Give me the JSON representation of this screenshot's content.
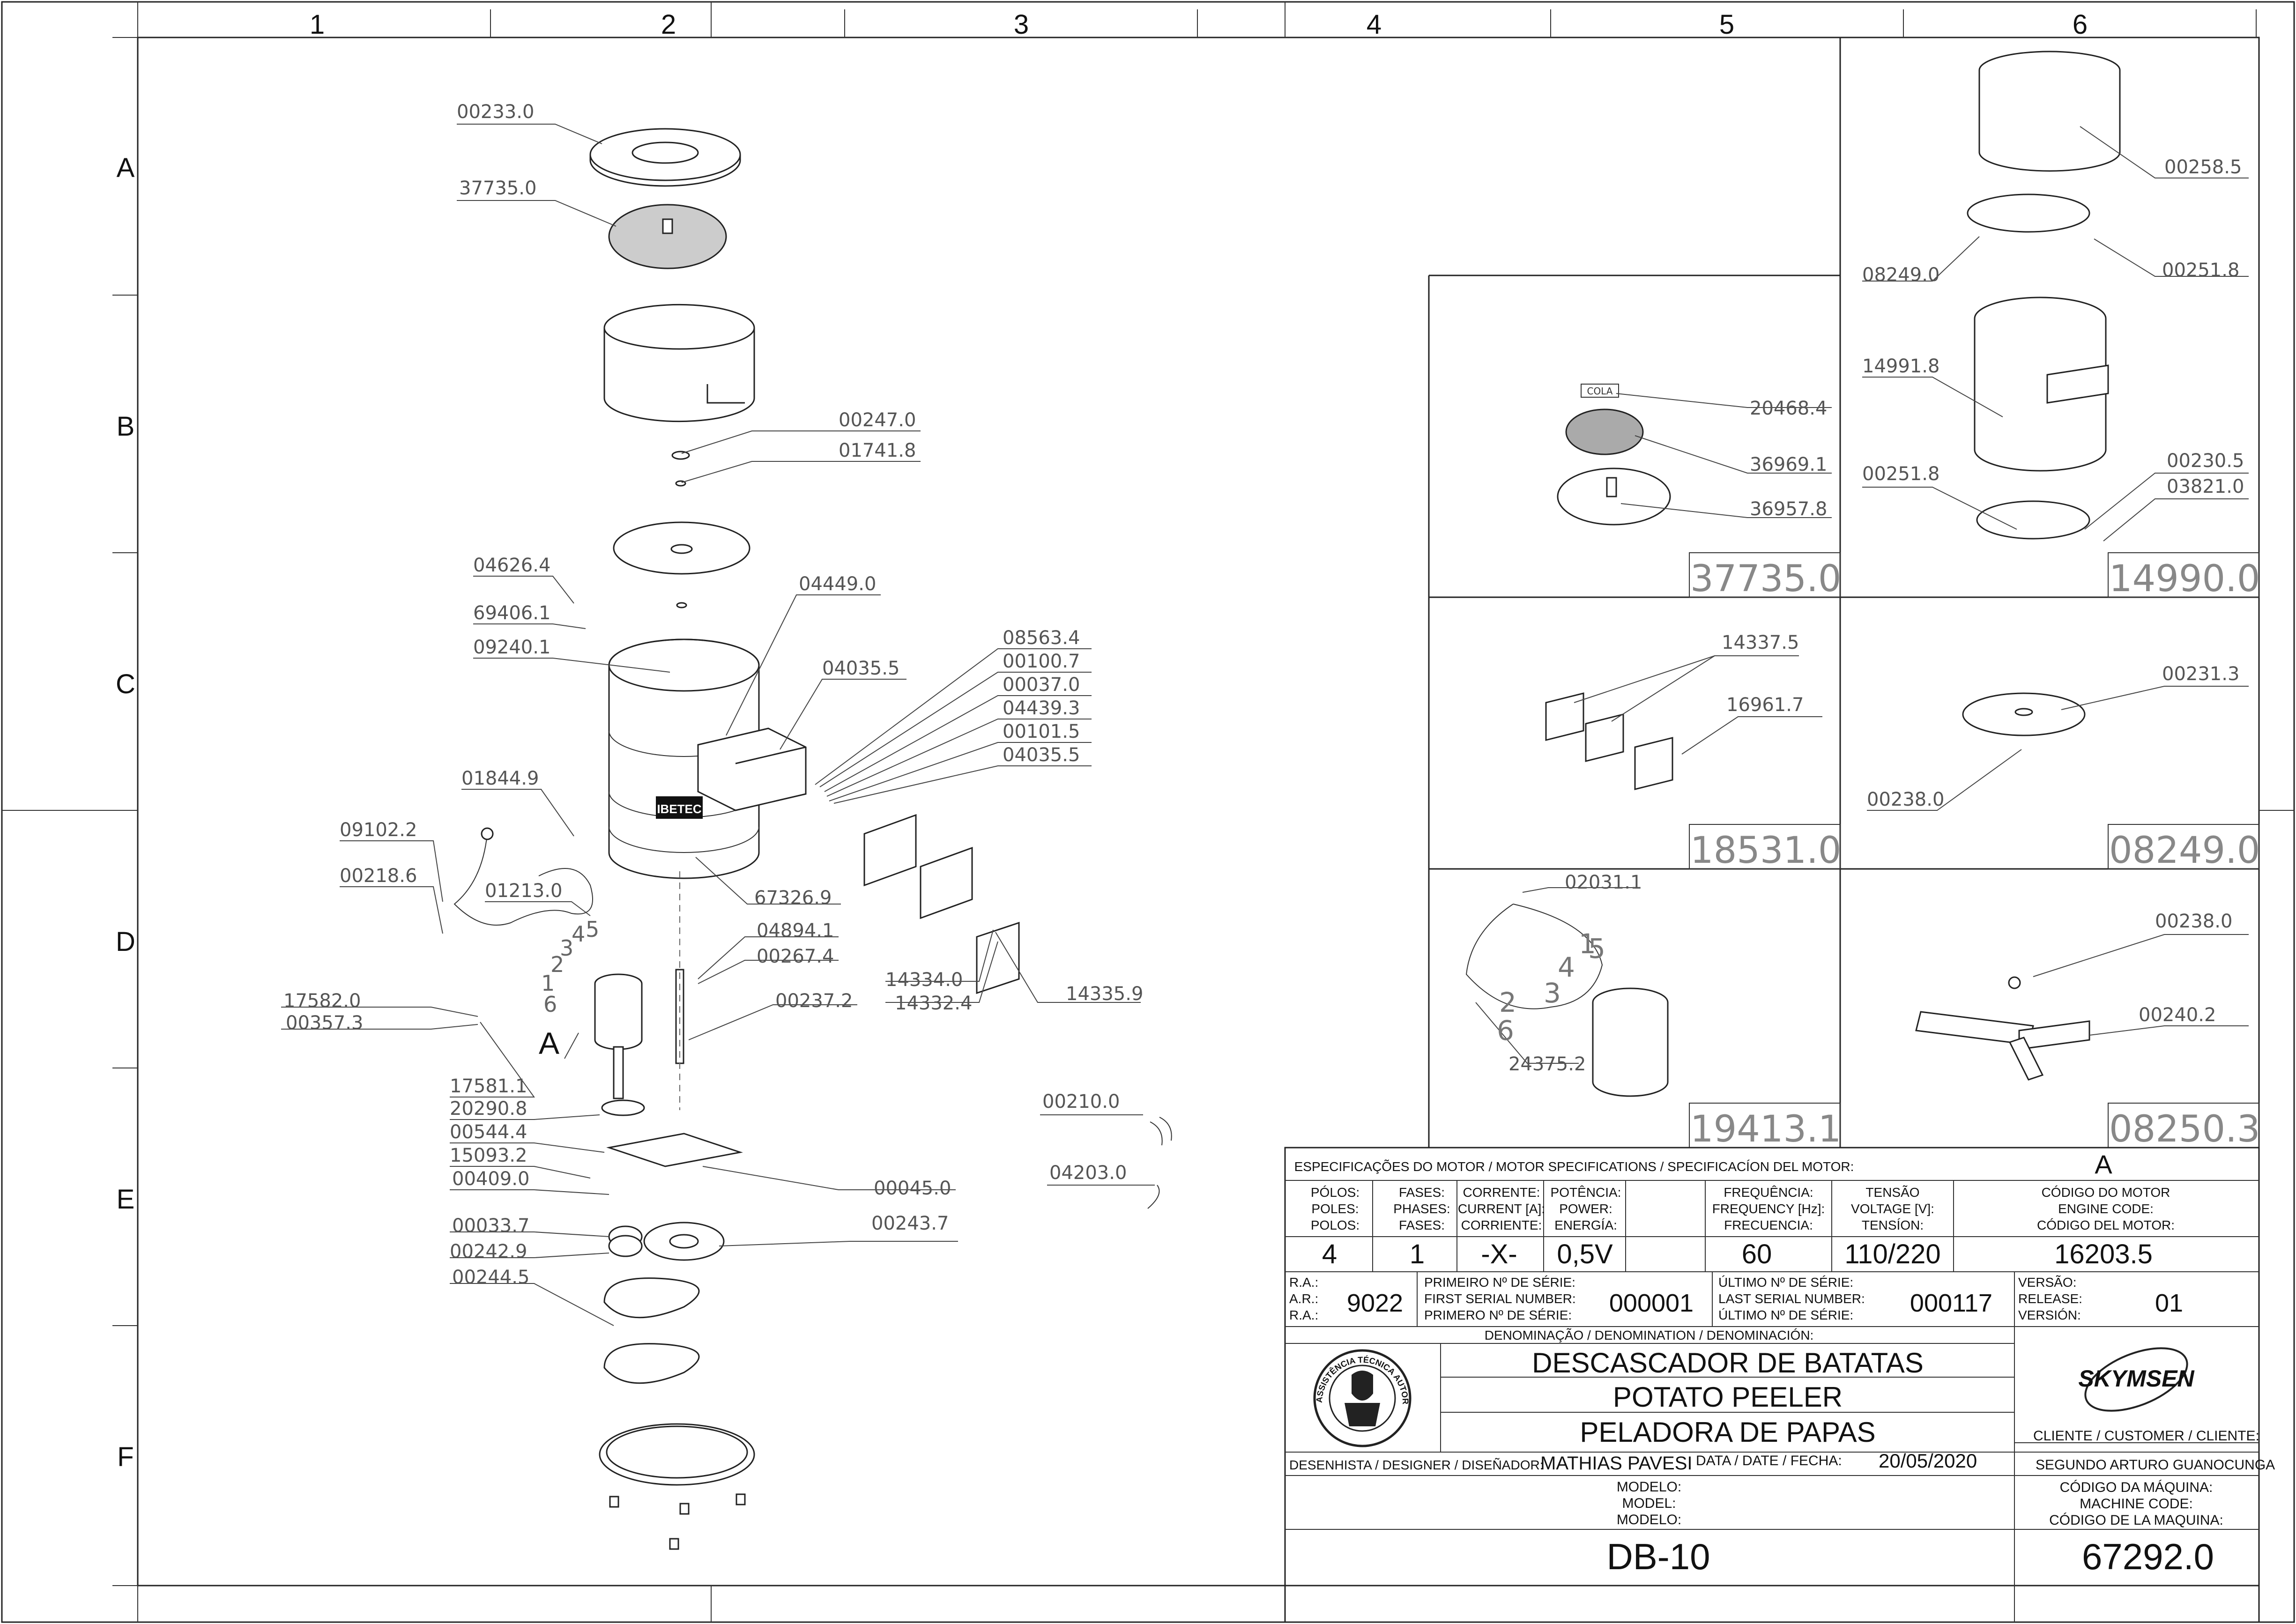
{
  "grid": {
    "cols": [
      "1",
      "2",
      "3",
      "4",
      "5",
      "6"
    ],
    "rows": [
      "A",
      "B",
      "C",
      "D",
      "E",
      "F"
    ]
  },
  "labels": [
    {
      "text": "00233.0"
    },
    {
      "text": "37735.0"
    },
    {
      "text": "00247.0"
    },
    {
      "text": "01741.8"
    },
    {
      "text": "04626.4"
    },
    {
      "text": "69406.1"
    },
    {
      "text": "09240.1"
    },
    {
      "text": "04449.0"
    },
    {
      "text": "04035.5"
    },
    {
      "text": "08563.4"
    },
    {
      "text": "00100.7"
    },
    {
      "text": "00037.0"
    },
    {
      "text": "04439.3"
    },
    {
      "text": "00101.5"
    },
    {
      "text": "04035.5"
    },
    {
      "text": "01844.9"
    },
    {
      "text": "09102.2"
    },
    {
      "text": "00218.6"
    },
    {
      "text": "01213.0"
    },
    {
      "text": "67326.9"
    },
    {
      "text": "04894.1"
    },
    {
      "text": "00267.4"
    },
    {
      "text": "00237.2"
    },
    {
      "text": "14334.0"
    },
    {
      "text": "14332.4"
    },
    {
      "text": "14335.9"
    },
    {
      "text": "17582.0"
    },
    {
      "text": "00357.3"
    },
    {
      "text": "17581.1"
    },
    {
      "text": "20290.8"
    },
    {
      "text": "00544.4"
    },
    {
      "text": "15093.2"
    },
    {
      "text": "00409.0"
    },
    {
      "text": "00045.0"
    },
    {
      "text": "00210.0"
    },
    {
      "text": "04203.0"
    },
    {
      "text": "00033.7"
    },
    {
      "text": "00242.9"
    },
    {
      "text": "00243.7"
    },
    {
      "text": "00244.5"
    },
    {
      "text": "00258.5"
    },
    {
      "text": "08249.0"
    },
    {
      "text": "00251.8"
    },
    {
      "text": "14991.8"
    },
    {
      "text": "00251.8"
    },
    {
      "text": "00230.5"
    },
    {
      "text": "03821.0"
    },
    {
      "text": "20468.4"
    },
    {
      "text": "36969.1"
    },
    {
      "text": "36957.8"
    },
    {
      "text": "14337.5"
    },
    {
      "text": "16961.7"
    },
    {
      "text": "00231.3"
    },
    {
      "text": "00238.0"
    },
    {
      "text": "02031.1"
    },
    {
      "text": "24375.2"
    },
    {
      "text": "00238.0"
    },
    {
      "text": "00240.2"
    }
  ],
  "detail_codes": [
    "37735.0",
    "14990.0",
    "18531.0",
    "08249.0",
    "19413.1",
    "08250.3"
  ],
  "misc": {
    "cola": "COLA",
    "brand_panel": "IBETEC",
    "view_a": "A",
    "wire_nums": [
      "1",
      "2",
      "3",
      "4",
      "5",
      "6"
    ]
  },
  "title_block": {
    "motor_header": "ESPECIFICAÇÕES DO MOTOR / MOTOR SPECIFICATIONS / SPECIFICACÍON DEL MOTOR:",
    "motor_ref": "A",
    "poles_hdr": [
      "PÓLOS:",
      "POLES:",
      "POLOS:"
    ],
    "phases_hdr": [
      "FASES:",
      "PHASES:",
      "FASES:"
    ],
    "current_hdr": [
      "CORRENTE:",
      "CURRENT [A]:",
      "CORRIENTE:"
    ],
    "power_hdr": [
      "POTÊNCIA:",
      "POWER:",
      "ENERGÍA:"
    ],
    "freq_hdr": [
      "FREQUÊNCIA:",
      "FREQUENCY [Hz]:",
      "FRECUENCIA:"
    ],
    "volt_hdr": [
      "TENSÃO",
      "VOLTAGE [V]:",
      "TENSÍON:"
    ],
    "code_hdr": [
      "CÓDIGO DO MOTOR",
      "ENGINE CODE:",
      "CÓDIGO DEL MOTOR:"
    ],
    "poles": "4",
    "phases": "1",
    "current": "-X-",
    "power": "0,5V",
    "freq": "60",
    "volt": "110/220",
    "motor_code": "16203.5",
    "ra_hdr": [
      "R.A.:",
      "A.R.:",
      "R.A.:"
    ],
    "ra": "9022",
    "first_hdr": [
      "PRIMEIRO Nº DE SÉRIE:",
      "FIRST SERIAL NUMBER:",
      "PRIMERO Nº DE SÉRIE:"
    ],
    "first": "000001",
    "last_hdr": [
      "ÚLTIMO Nº DE SÉRIE:",
      "LAST SERIAL NUMBER:",
      "ÚLTIMO Nº DE SÉRIE:"
    ],
    "last": "000117",
    "ver_hdr": [
      "VERSÃO:",
      "RELEASE:",
      "VERSIÓN:"
    ],
    "version": "01",
    "denom_hdr": "DENOMINAÇÃO / DENOMINATION / DENOMINACIÓN:",
    "names": [
      "DESCASCADOR DE BATATAS",
      "POTATO PEELER",
      "PELADORA DE PAPAS"
    ],
    "seal_text": "ASSISTÊNCIA TÉCNICA AUTORIZADA",
    "brand": "SKYMSEN",
    "client_hdr": "CLIENTE / CUSTOMER / CLIENTE:",
    "client": "SEGUNDO ARTURO GUANOCUNGA",
    "designer_hdr": "DESENHISTA / DESIGNER / DISEÑADOR:",
    "designer": "MATHIAS PAVESI",
    "date_hdr": "DATA / DATE / FECHA:",
    "date": "20/05/2020",
    "model_hdr": [
      "MODELO:",
      "MODEL:",
      "MODELO:"
    ],
    "model": "DB-10",
    "machine_hdr": [
      "CÓDIGO DA MÁQUINA:",
      "MACHINE CODE:",
      "CÓDIGO DE LA MAQUINA:"
    ],
    "machine_code": "67292.0"
  }
}
